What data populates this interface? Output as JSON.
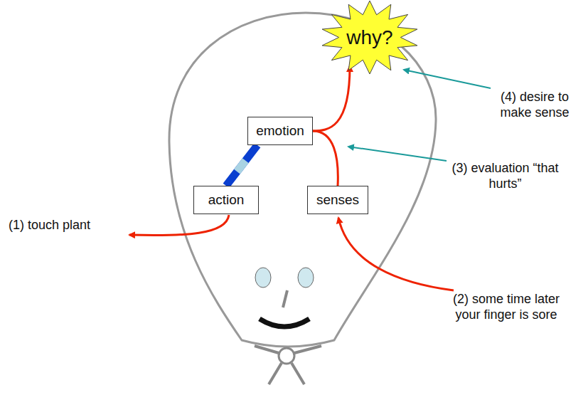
{
  "diagram": {
    "nodes": [
      {
        "text": [
          "why?"
        ]
      },
      {
        "text": [
          "emotion"
        ]
      },
      {
        "text": [
          "action"
        ]
      },
      {
        "text": [
          "senses"
        ]
      }
    ],
    "edges": [
      {
        "from": 2,
        "to": 1,
        "arrow": "none"
      },
      {
        "from": 3,
        "to": 1,
        "arrow": "none"
      },
      {
        "from": 1,
        "to": 0,
        "arrow": "to"
      }
    ],
    "labels": [
      "(1) touch plant",
      "(2) some time later your finger is sore",
      "(3) evaluation “that hurts”",
      "(4) desire to make sense"
    ]
  }
}
